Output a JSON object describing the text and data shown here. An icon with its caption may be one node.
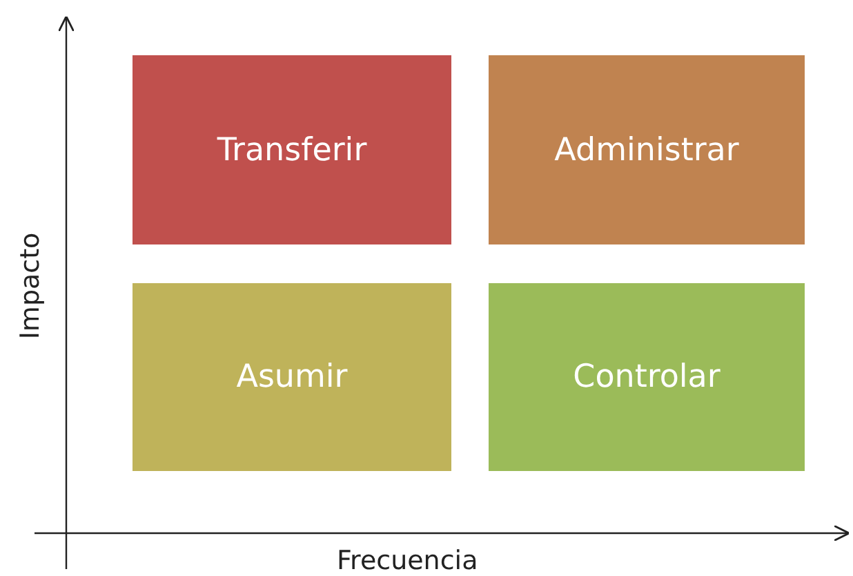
{
  "diagram": {
    "nodes": [
      {
        "text": [
          "Transferir"
        ]
      },
      {
        "text": [
          "Administrar"
        ]
      },
      {
        "text": [
          "Asumir"
        ]
      },
      {
        "text": [
          "Controlar"
        ]
      }
    ],
    "labels": [
      "Impacto",
      "Frecuencia"
    ]
  }
}
